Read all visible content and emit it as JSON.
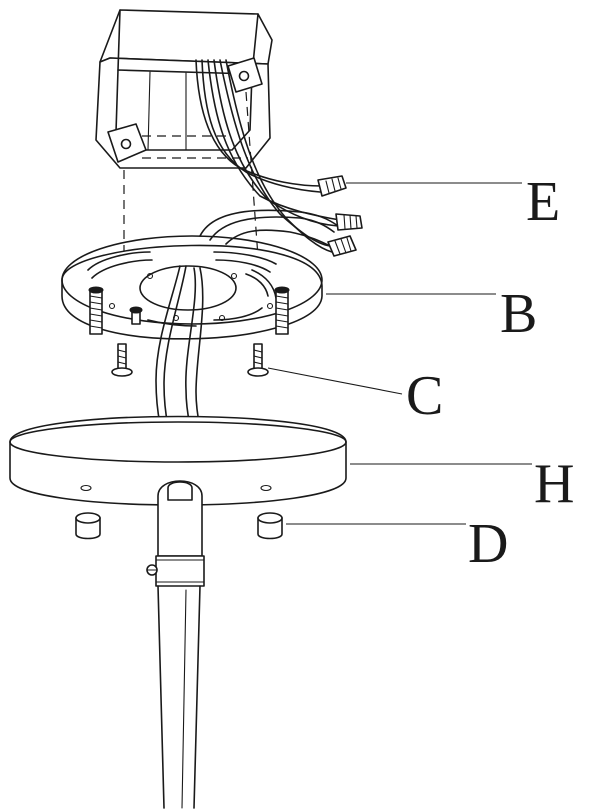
{
  "labels": {
    "e": "E",
    "b": "B",
    "c": "C",
    "h": "H",
    "d": "D"
  },
  "colors": {
    "ink": "#1a1a1a",
    "paper": "#ffffff"
  }
}
